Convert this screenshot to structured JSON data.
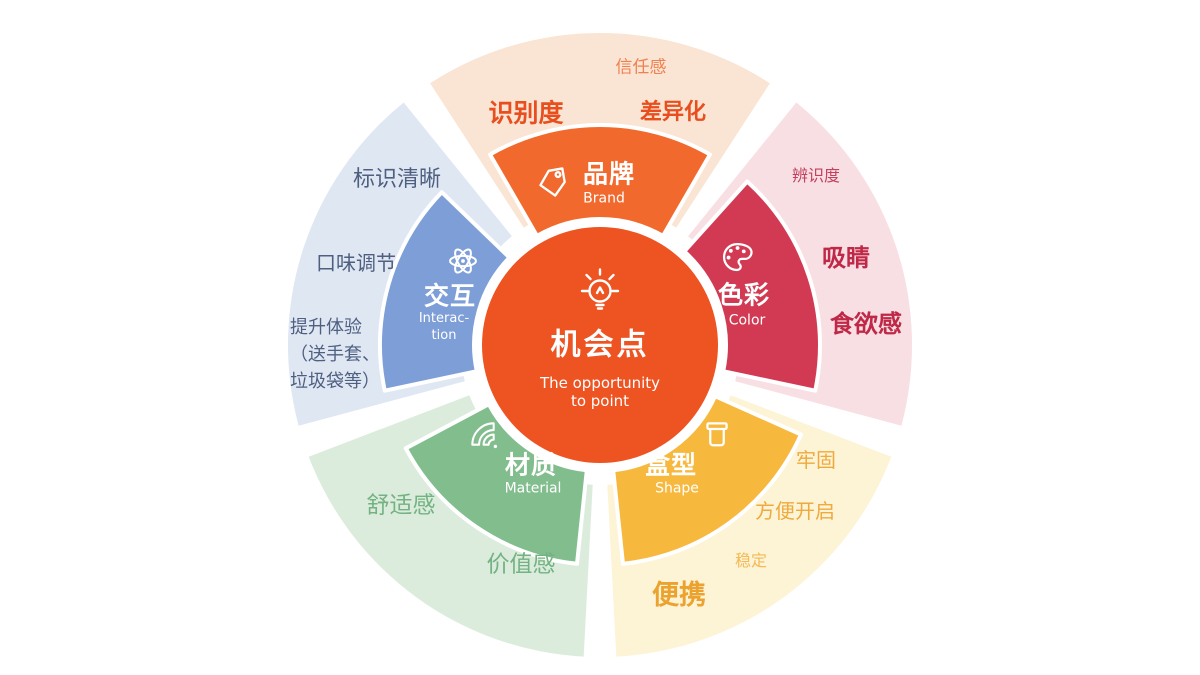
{
  "center": {
    "title": "机会点",
    "subtitle_lines": [
      "The opportunity",
      "to point"
    ],
    "color": "#ee5322",
    "icon": "lightbulb-icon"
  },
  "sectors": [
    {
      "id": "brand",
      "label": "品牌",
      "label_en": "Brand",
      "icon": "tag-icon",
      "wedge_color": "#f2692d",
      "petal_color": "#fae4d3",
      "keywords": [
        {
          "text": "信任感"
        },
        {
          "text": "识别度"
        },
        {
          "text": "差异化"
        }
      ]
    },
    {
      "id": "color",
      "label": "色彩",
      "label_en": "Color",
      "icon": "palette-icon",
      "wedge_color": "#d23a53",
      "petal_color": "#f8dfe4",
      "keywords": [
        {
          "text": "辨识度"
        },
        {
          "text": "吸睛"
        },
        {
          "text": "食欲感"
        }
      ]
    },
    {
      "id": "shape",
      "label": "盒型",
      "label_en": "Shape",
      "icon": "takeout-box-icon",
      "wedge_color": "#f7b83e",
      "petal_color": "#fdf3d5",
      "keywords": [
        {
          "text": "牢固"
        },
        {
          "text": "方便开启"
        },
        {
          "text": "稳定"
        },
        {
          "text": "便携"
        }
      ]
    },
    {
      "id": "material",
      "label": "材质",
      "label_en": "Material",
      "icon": "swatch-fan-icon",
      "wedge_color": "#82bd8e",
      "petal_color": "#dcecdc",
      "keywords": [
        {
          "text": "舒适感"
        },
        {
          "text": "价值感"
        }
      ]
    },
    {
      "id": "interaction",
      "label": "交互",
      "label_en_lines": [
        "Interac-",
        "tion"
      ],
      "icon": "orbit-loops-icon",
      "wedge_color": "#7e9ed7",
      "petal_color": "#dfe7f3",
      "keywords": [
        {
          "text": "标识清晰"
        },
        {
          "text": "口味调节"
        },
        {
          "lines": [
            "提升体验",
            "（送手套、",
            "垃圾袋等）"
          ]
        }
      ]
    }
  ]
}
